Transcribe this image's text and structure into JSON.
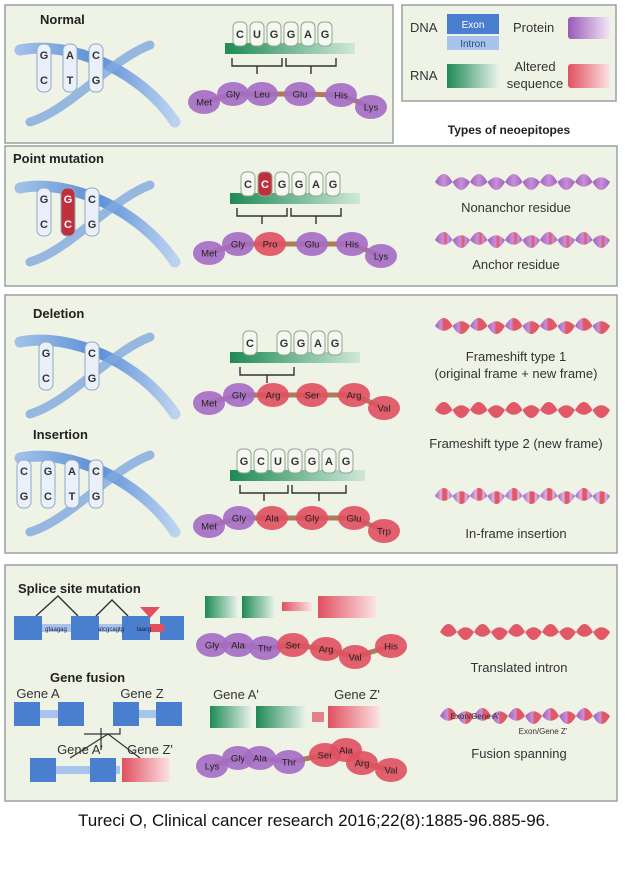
{
  "sections": {
    "normal": "Normal",
    "point_mutation": "Point mutation",
    "deletion": "Deletion",
    "insertion": "Insertion",
    "splice": "Splice site mutation",
    "gene_fusion": "Gene fusion"
  },
  "legend": {
    "dna": "DNA",
    "exon": "Exon",
    "intron": "Intron",
    "rna": "RNA",
    "protein": "Protein",
    "altered_1": "Altered",
    "altered_2": "sequence",
    "types_title": "Types of neoepitopes"
  },
  "normal": {
    "dna_top": [
      "G",
      "A",
      "C"
    ],
    "dna_bottom": [
      "C",
      "T",
      "G"
    ],
    "rna": [
      "C",
      "U",
      "G",
      "G",
      "A",
      "G"
    ],
    "protein": [
      "Met",
      "Gly",
      "Leu",
      "Glu",
      "His",
      "Lys"
    ]
  },
  "point": {
    "dna_top": [
      "G",
      "G",
      "C"
    ],
    "dna_bottom": [
      "C",
      "C",
      "G"
    ],
    "rna": [
      "C",
      "C",
      "G",
      "G",
      "A",
      "G"
    ],
    "protein": [
      "Met",
      "Gly",
      "Pro",
      "Glu",
      "His",
      "Lys"
    ],
    "nonanchor": "Nonanchor residue",
    "anchor": "Anchor residue"
  },
  "deletion": {
    "dna_top": [
      "G",
      "C"
    ],
    "dna_bottom": [
      "C",
      "G"
    ],
    "rna": [
      "C",
      "G",
      "G",
      "A",
      "G"
    ],
    "protein": [
      "Met",
      "Gly",
      "Arg",
      "Ser",
      "Arg",
      "Val"
    ],
    "fs1_a": "Frameshift type 1",
    "fs1_b": "(original frame + new frame)",
    "fs2": "Frameshift type 2 (new frame)"
  },
  "insertion": {
    "dna_top": [
      "C",
      "G",
      "A",
      "C"
    ],
    "dna_bottom": [
      "G",
      "C",
      "T",
      "G"
    ],
    "rna": [
      "G",
      "C",
      "U",
      "G",
      "G",
      "A",
      "G"
    ],
    "protein": [
      "Met",
      "Gly",
      "Ala",
      "Gly",
      "Glu",
      "Trp"
    ],
    "inframe": "In-frame insertion"
  },
  "splice": {
    "site_1": "gtaagag",
    "site_2": "atcgcagtg",
    "site_3": "taacg",
    "protein": [
      "Gly",
      "Ala",
      "Thr",
      "Ser",
      "Arg",
      "Val",
      "His"
    ],
    "translated": "Translated intron"
  },
  "fusion": {
    "gene_a": "Gene A",
    "gene_z": "Gene Z",
    "gene_a_prime": "Gene A'",
    "gene_z_prime": "Gene Z'",
    "protein": [
      "Lys",
      "Gly",
      "Ala",
      "Thr",
      "Ser",
      "Ala",
      "Arg",
      "Val"
    ],
    "exon_a": "Exon/Gene A'",
    "exon_z": "Exon/Gene Z'",
    "spanning": "Fusion spanning"
  },
  "caption": "Tureci O, Clinical cancer research 2016;22(8):1885-96.885-96."
}
